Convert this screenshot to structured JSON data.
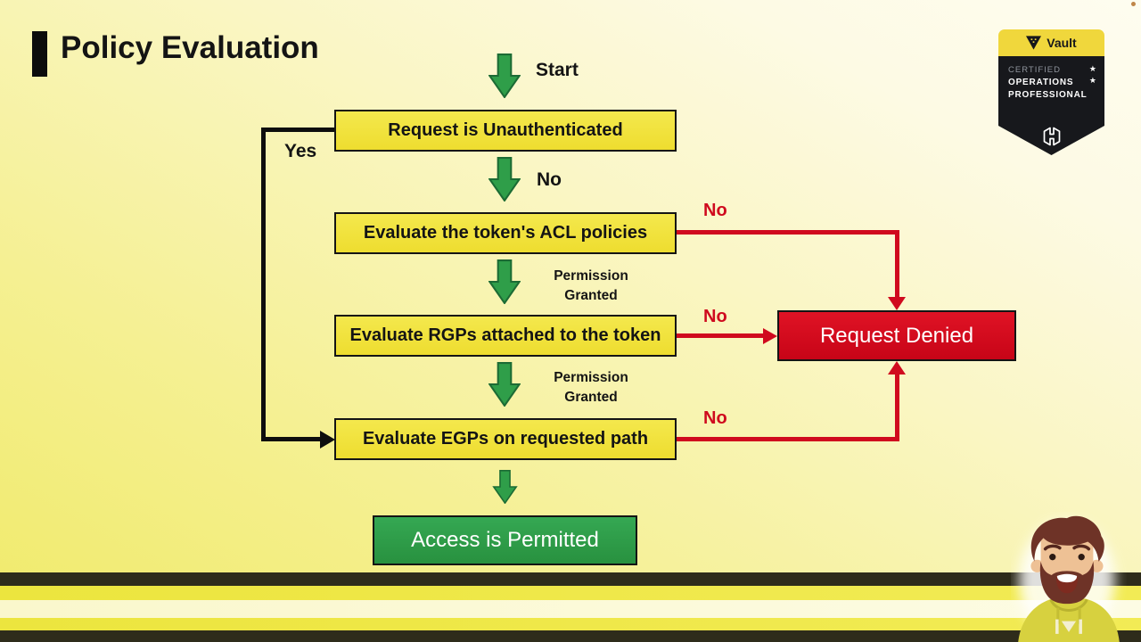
{
  "slide": {
    "title": "Policy Evaluation"
  },
  "flowchart": {
    "nodes": [
      {
        "label": "Request is Unauthenticated"
      },
      {
        "label": "Evaluate the token's ACL policies"
      },
      {
        "label": "Evaluate RGPs attached to the token"
      },
      {
        "label": "Evaluate EGPs on requested path"
      },
      {
        "label": "Request Denied"
      },
      {
        "label": "Access is Permitted"
      }
    ],
    "edge_labels": {
      "start": "Start",
      "unauthenticated_no": "No",
      "acl_granted": "Permission\nGranted",
      "rgp_granted": "Permission\nGranted",
      "unauthenticated_yes": "Yes",
      "acl_no": "No",
      "rgp_no": "No",
      "egp_no": "No"
    }
  },
  "badge": {
    "product": "Vault",
    "line1": "CERTIFIED",
    "line2": "OPERATIONS",
    "line3": "PROFESSIONAL",
    "star": "★"
  },
  "colors": {
    "node_yellow": "#f2e441",
    "green": "#2f9e49",
    "red": "#d40a1e",
    "badge_yellow": "#f0d73c",
    "badge_black": "#17181c",
    "stripe_dark": "#2e2c1b",
    "stripe_yellow": "#eee63f"
  }
}
